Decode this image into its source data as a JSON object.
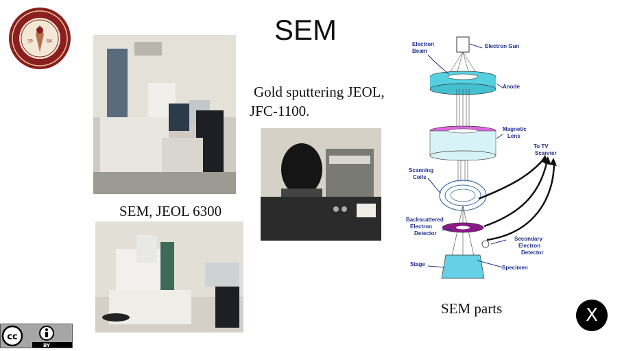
{
  "slide": {
    "title": "SEM",
    "caption_sputter_line1": "Gold sputtering JEOL,",
    "caption_sputter_line2": "JFC-1100.",
    "caption_sem": "SEM, JEOL 6300",
    "caption_parts": "SEM parts",
    "close_label": "X"
  },
  "logo": {
    "year_left": "19",
    "year_right": "64"
  },
  "license": {
    "by_label": "BY"
  },
  "diagram": {
    "electron_beam": [
      "Electron",
      "Beam"
    ],
    "electron_gun": "Electron Gun",
    "anode": "Anode",
    "magnetic_lens": [
      "Magnetic",
      "Lens"
    ],
    "to_tv_scanner": [
      "To TV",
      "Scanner"
    ],
    "scanning_coils": [
      "Scanning",
      "Coils"
    ],
    "backscattered": [
      "Backscattered",
      "Electron",
      "Detector"
    ],
    "secondary": [
      "Secondary",
      "Electron",
      "Detector"
    ],
    "stage": "Stage",
    "specimen": "Specimen"
  }
}
